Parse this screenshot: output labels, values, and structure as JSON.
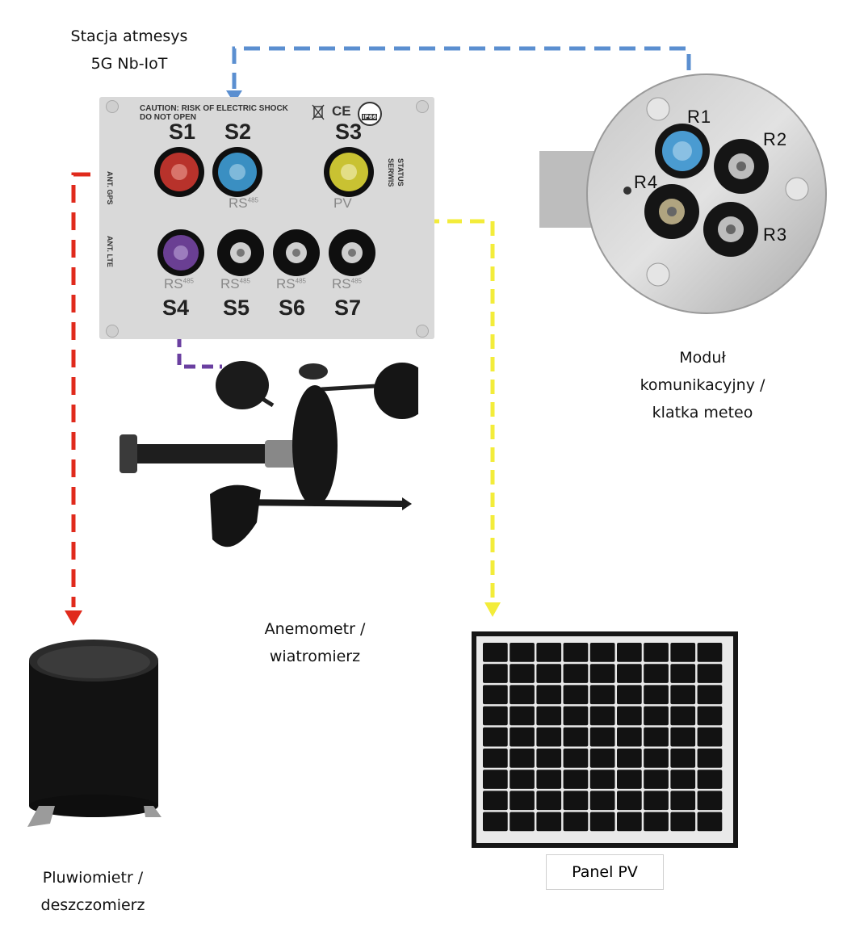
{
  "station": {
    "title_line1": "Stacja atmesys",
    "title_line2": "5G Nb-IoT",
    "caution_line1": "CAUTION: RISK OF ELECTRIC SHOCK",
    "caution_line2": "DO NOT OPEN",
    "ip_badge": "IP66",
    "side_gps": "ANT. GPS",
    "side_lte": "ANT. LTE",
    "side_status": "STATUS",
    "side_serwis": "SERWIS",
    "ports_top": [
      "S1",
      "S2",
      "S3"
    ],
    "ports_bottom": [
      "S4",
      "S5",
      "S6",
      "S7"
    ],
    "rs_text": "RS",
    "rs_sup": "485",
    "pv_text": "PV"
  },
  "module": {
    "ports": [
      "R1",
      "R2",
      "R3",
      "R4"
    ],
    "caption_line1": "Moduł",
    "caption_line2": "komunikacyjny /",
    "caption_line3": "klatka meteo"
  },
  "anemometer": {
    "caption_line1": "Anemometr /",
    "caption_line2": "wiatromierz"
  },
  "rain_gauge": {
    "caption_line1": "Pluwiomietr /",
    "caption_line2": "deszczomierz"
  },
  "panel": {
    "caption": "Panel PV"
  },
  "colors": {
    "blue_link": "#5b8fd0",
    "red_link": "#e02a1c",
    "yellow_link": "#f3ec3a",
    "purple_link": "#6a3fa0",
    "s1": "#b8322b",
    "s2": "#3a8fc2",
    "s3": "#c9c232",
    "s4": "#6a3f93",
    "r1": "#4a9bd1"
  }
}
